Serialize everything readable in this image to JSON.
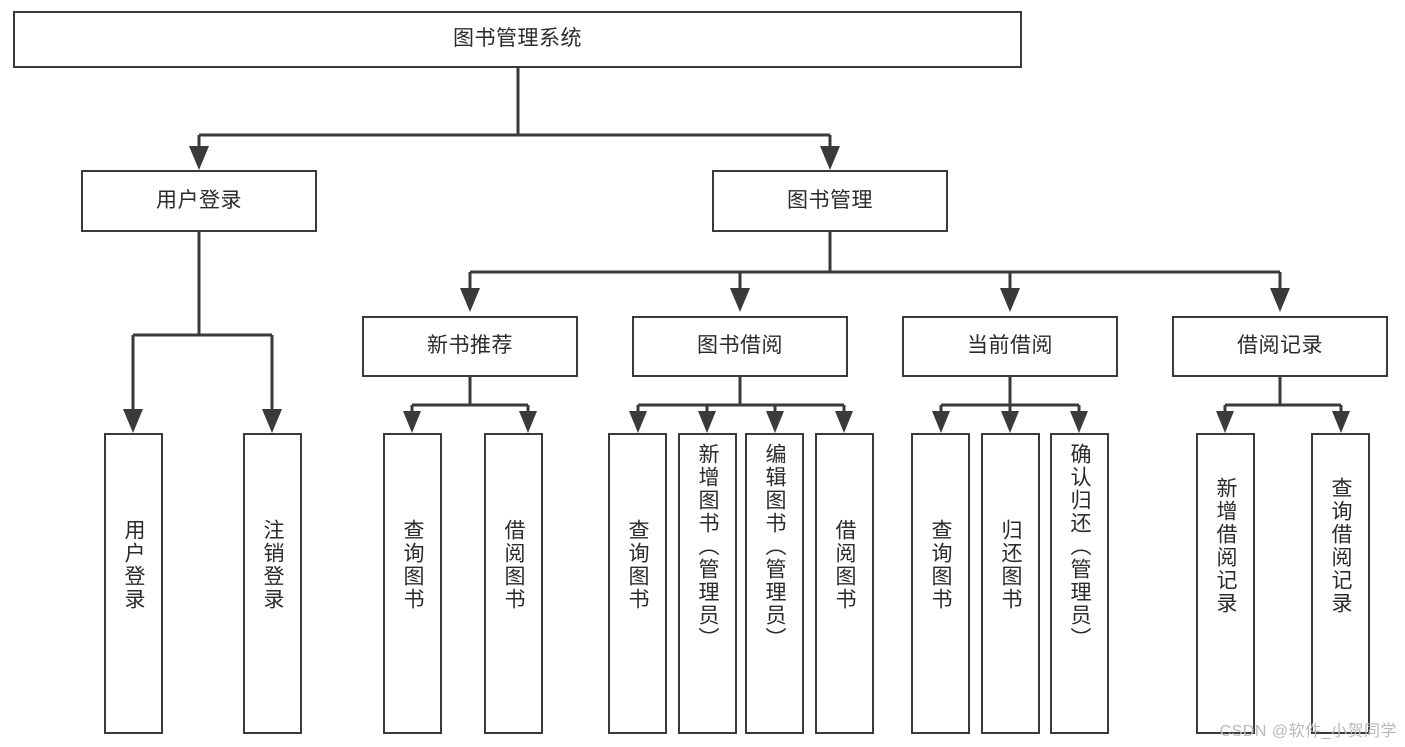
{
  "diagram": {
    "title": "图书管理系统",
    "type": "tree-hierarchy-chart",
    "root": {
      "id": "root",
      "label": "图书管理系统"
    },
    "level1": [
      {
        "id": "user-login",
        "label": "用户登录"
      },
      {
        "id": "book-manage",
        "label": "图书管理"
      }
    ],
    "level2": [
      {
        "id": "new-book-recommend",
        "label": "新书推荐",
        "parent": "book-manage"
      },
      {
        "id": "book-borrow",
        "label": "图书借阅",
        "parent": "book-manage"
      },
      {
        "id": "current-borrow",
        "label": "当前借阅",
        "parent": "book-manage"
      },
      {
        "id": "borrow-record",
        "label": "借阅记录",
        "parent": "book-manage"
      }
    ],
    "leaves": [
      {
        "id": "leaf-user-login",
        "label": "用户登录",
        "parent": "user-login"
      },
      {
        "id": "leaf-logout",
        "label": "注销登录",
        "parent": "user-login"
      },
      {
        "id": "leaf-query-book-1",
        "label": "查询图书",
        "parent": "new-book-recommend"
      },
      {
        "id": "leaf-borrow-book-1",
        "label": "借阅图书",
        "parent": "new-book-recommend"
      },
      {
        "id": "leaf-query-book-2",
        "label": "查询图书",
        "parent": "book-borrow"
      },
      {
        "id": "leaf-add-book",
        "label": "新增图书（管理员）",
        "parent": "book-borrow"
      },
      {
        "id": "leaf-edit-book",
        "label": "编辑图书（管理员）",
        "parent": "book-borrow"
      },
      {
        "id": "leaf-borrow-book-2",
        "label": "借阅图书",
        "parent": "book-borrow"
      },
      {
        "id": "leaf-query-book-3",
        "label": "查询图书",
        "parent": "current-borrow"
      },
      {
        "id": "leaf-return-book",
        "label": "归还图书",
        "parent": "current-borrow"
      },
      {
        "id": "leaf-confirm-return",
        "label": "确认归还（管理员）",
        "parent": "current-borrow"
      },
      {
        "id": "leaf-add-record",
        "label": "新增借阅记录",
        "parent": "borrow-record"
      },
      {
        "id": "leaf-query-record",
        "label": "查询借阅记录",
        "parent": "borrow-record"
      }
    ]
  },
  "watermark": "CSDN @软件_小贺同学",
  "colors": {
    "background": "#ffffff",
    "box_border": "#3a3a3a",
    "text": "#2b2b2b",
    "edge": "#3a3a3a",
    "watermark": "#b9b9b9"
  }
}
